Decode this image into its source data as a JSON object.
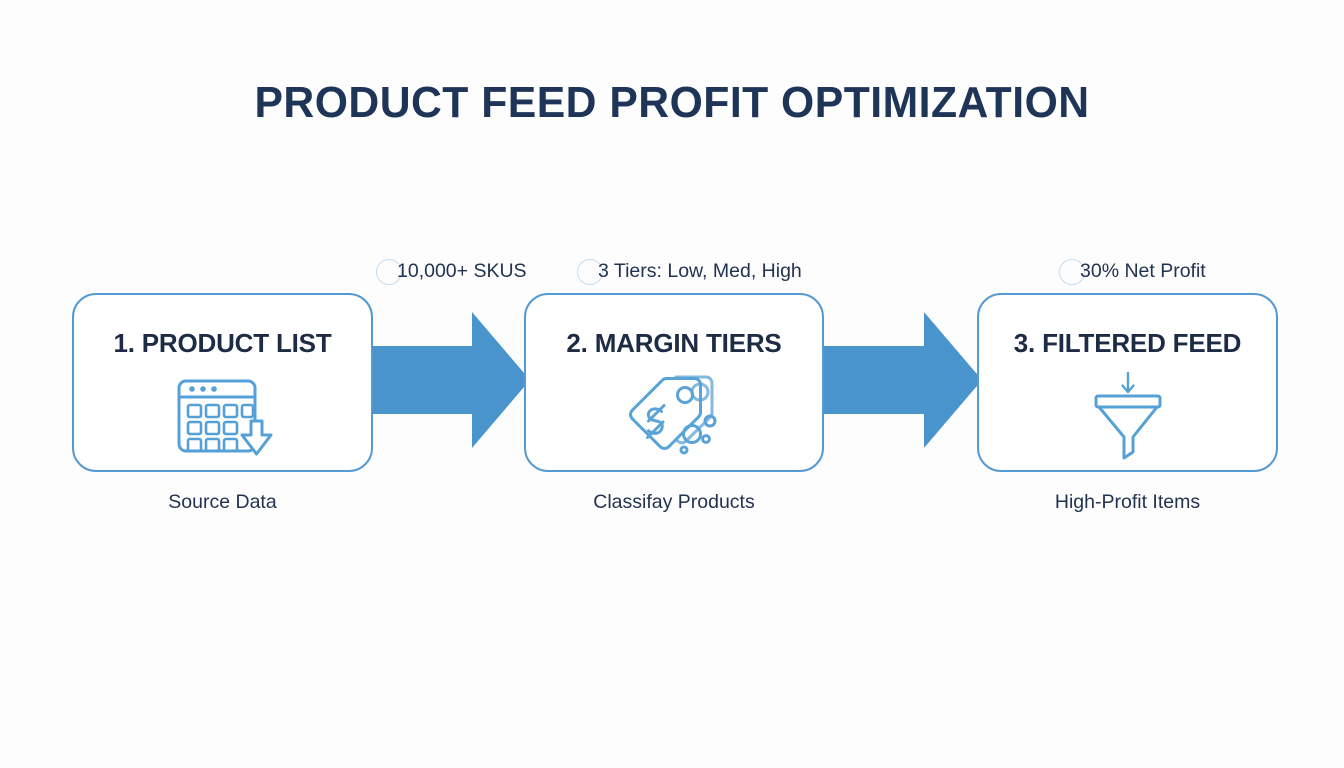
{
  "slide": {
    "title": "PRODUCT FEED PROFIT OPTIMIZATION",
    "background_color": "#fdfdfe",
    "title_color": "#1f3558",
    "accent_color": "#4a94ce",
    "card_border_color": "#559ad2",
    "text_color": "#223350"
  },
  "steps": [
    {
      "title": "1. PRODUCT LIST",
      "annotation": "10,000+ SKUS",
      "caption": "Source Data",
      "icon": "product-grid-download-icon"
    },
    {
      "title": "2. MARGIN TIERS",
      "annotation": "3 Tiers: Low, Med, High",
      "caption": "Classifay Products",
      "icon": "price-tags-dollar-icon"
    },
    {
      "title": "3. FILTERED FEED",
      "annotation": "30% Net Profit",
      "caption": "High-Profit Items",
      "icon": "funnel-filter-icon"
    }
  ],
  "connectors": [
    {
      "name": "arrow-1-to-2",
      "direction": "right"
    },
    {
      "name": "arrow-2-to-3",
      "direction": "right"
    }
  ]
}
